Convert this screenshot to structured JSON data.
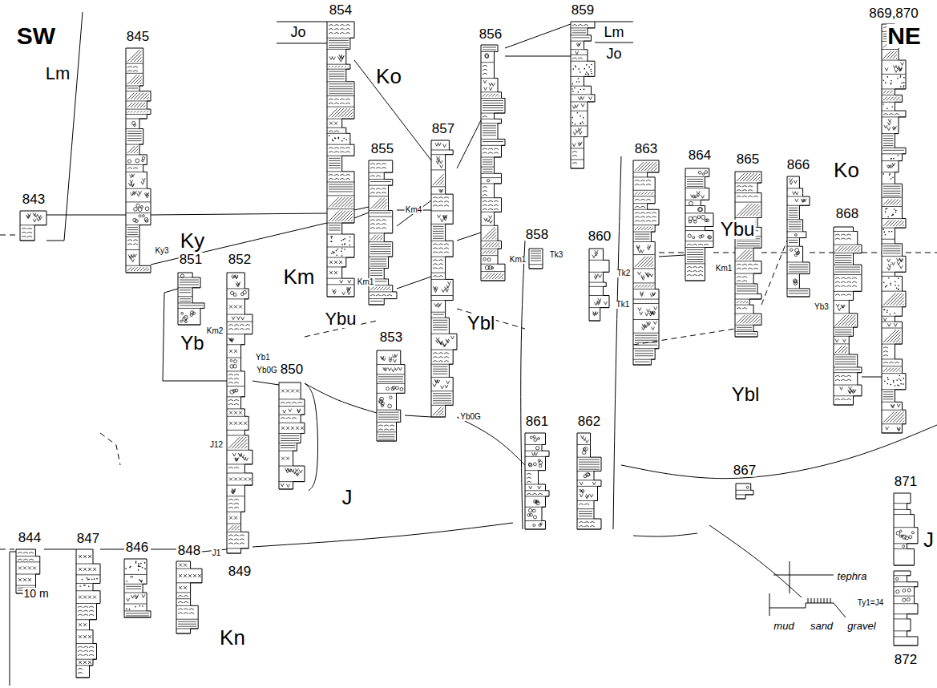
{
  "diagram": {
    "labels": [
      "SW",
      "NE",
      "845",
      "854",
      "856",
      "859",
      "869,870",
      "843",
      "855",
      "857",
      "863",
      "864",
      "865",
      "866",
      "858",
      "860",
      "868",
      "851",
      "852",
      "850",
      "853",
      "861",
      "862",
      "867",
      "871",
      "872",
      "844",
      "847",
      "846",
      "848",
      "849",
      "Lm",
      "Ko",
      "Jo",
      "Lm",
      "Jo",
      "Ky",
      "Km",
      "Ybu",
      "Yb",
      "Ybl",
      "Ybu",
      "Ybl",
      "Ko",
      "J",
      "J",
      "Kn",
      "Ky3",
      "Km2",
      "Km4",
      "Km1",
      "Km1",
      "Km1",
      "Yb1",
      "Yb0G",
      "Yb0G",
      "J12",
      "J1",
      "Tk3",
      "Tk2",
      "Tk1",
      "Yb3",
      "Ty1=J4",
      "10 m"
    ],
    "legend": [
      {
        "text": "tephra"
      },
      {
        "text": "mud"
      },
      {
        "text": "sand"
      },
      {
        "text": "gravel"
      }
    ]
  }
}
